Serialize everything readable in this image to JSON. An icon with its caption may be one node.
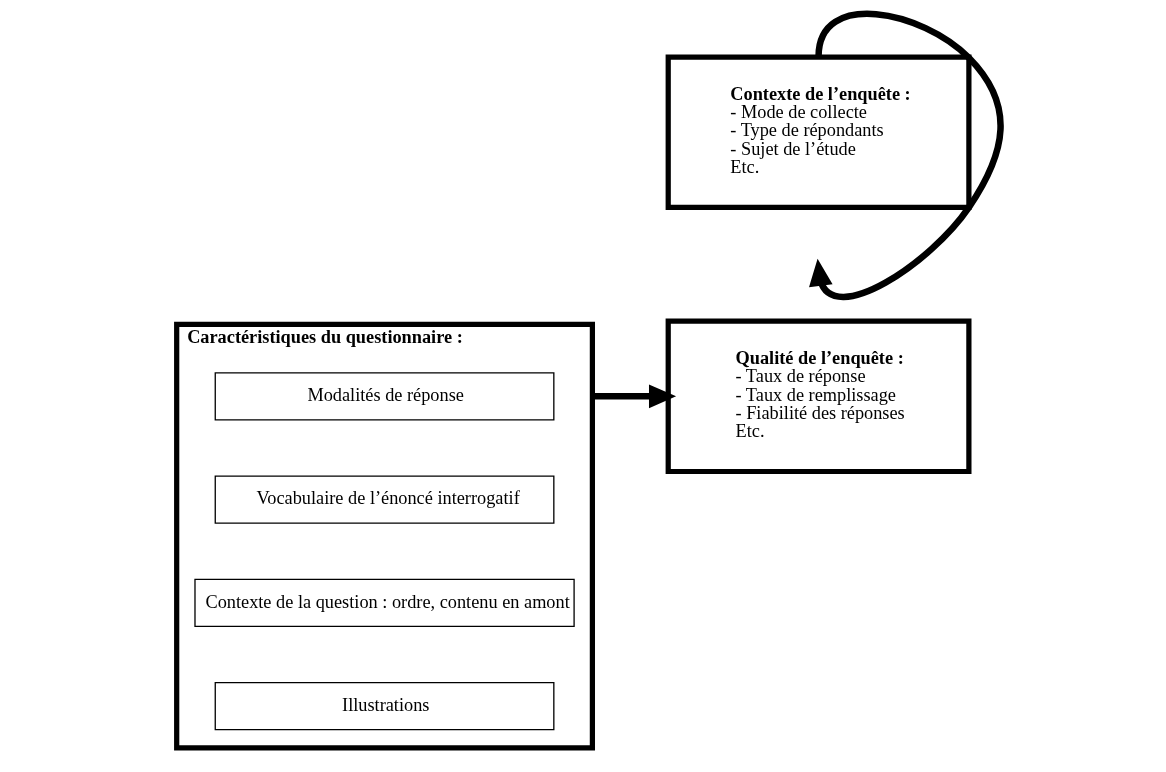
{
  "diagram": {
    "nodes": [
      {
        "text": [
          "Caractéristiques du questionnaire :"
        ]
      },
      {
        "text": [
          "Modalités de réponse"
        ],
        "in": 0
      },
      {
        "text": [
          "Vocabulaire de l’énoncé interrogatif"
        ],
        "in": 0
      },
      {
        "text": [
          "Contexte de la question : ordre, contenu en amont"
        ],
        "in": 0
      },
      {
        "text": [
          "Illustrations"
        ],
        "in": 0
      },
      {
        "text": [
          "Qualité de l’enquête :",
          "- Taux de réponse",
          "- Taux de remplissage",
          "- Fiabilité des réponses",
          "Etc."
        ]
      },
      {
        "text": [
          "Contexte de l’enquête :",
          "- Mode de collecte",
          "- Type de répondants",
          "- Sujet de l’étude",
          "Etc."
        ]
      }
    ],
    "edges": [
      {
        "from": 0,
        "to": 5,
        "arrow": "to"
      },
      {
        "from": 6,
        "to": null,
        "arrow": "to"
      }
    ]
  }
}
